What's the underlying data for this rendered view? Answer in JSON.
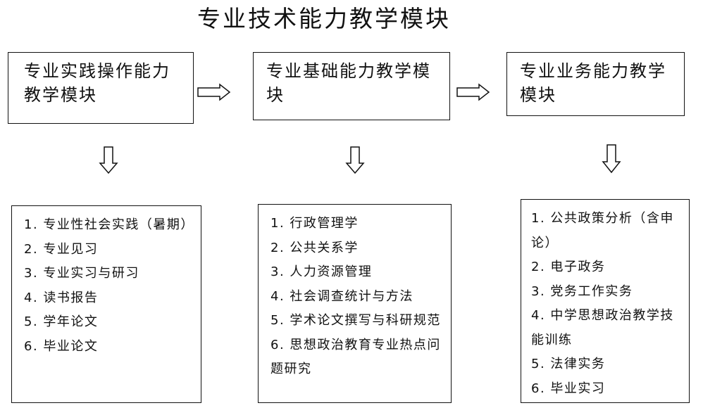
{
  "title": "专业技术能力教学模块",
  "modules": [
    {
      "heading": "专业实践操作能力教学模块",
      "items": [
        "1. 专业性社会实践（暑期）",
        "2. 专业见习",
        "3. 专业实习与研习",
        "4. 读书报告",
        "5. 学年论文",
        "6. 毕业论文"
      ]
    },
    {
      "heading": "专业基础能力教学模块",
      "items": [
        "1. 行政管理学",
        "2. 公共关系学",
        "3. 人力资源管理",
        "4. 社会调查统计与方法",
        "5. 学术论文撰写与科研规范",
        "6. 思想政治教育专业热点问题研究"
      ]
    },
    {
      "heading": "专业业务能力教学模块",
      "items": [
        "1. 公共政策分析（含申论）",
        "2. 电子政务",
        "3. 党务工作实务",
        "4. 中学思想政治教学技能训练",
        "5. 法律实务",
        "6. 毕业实习"
      ]
    }
  ]
}
